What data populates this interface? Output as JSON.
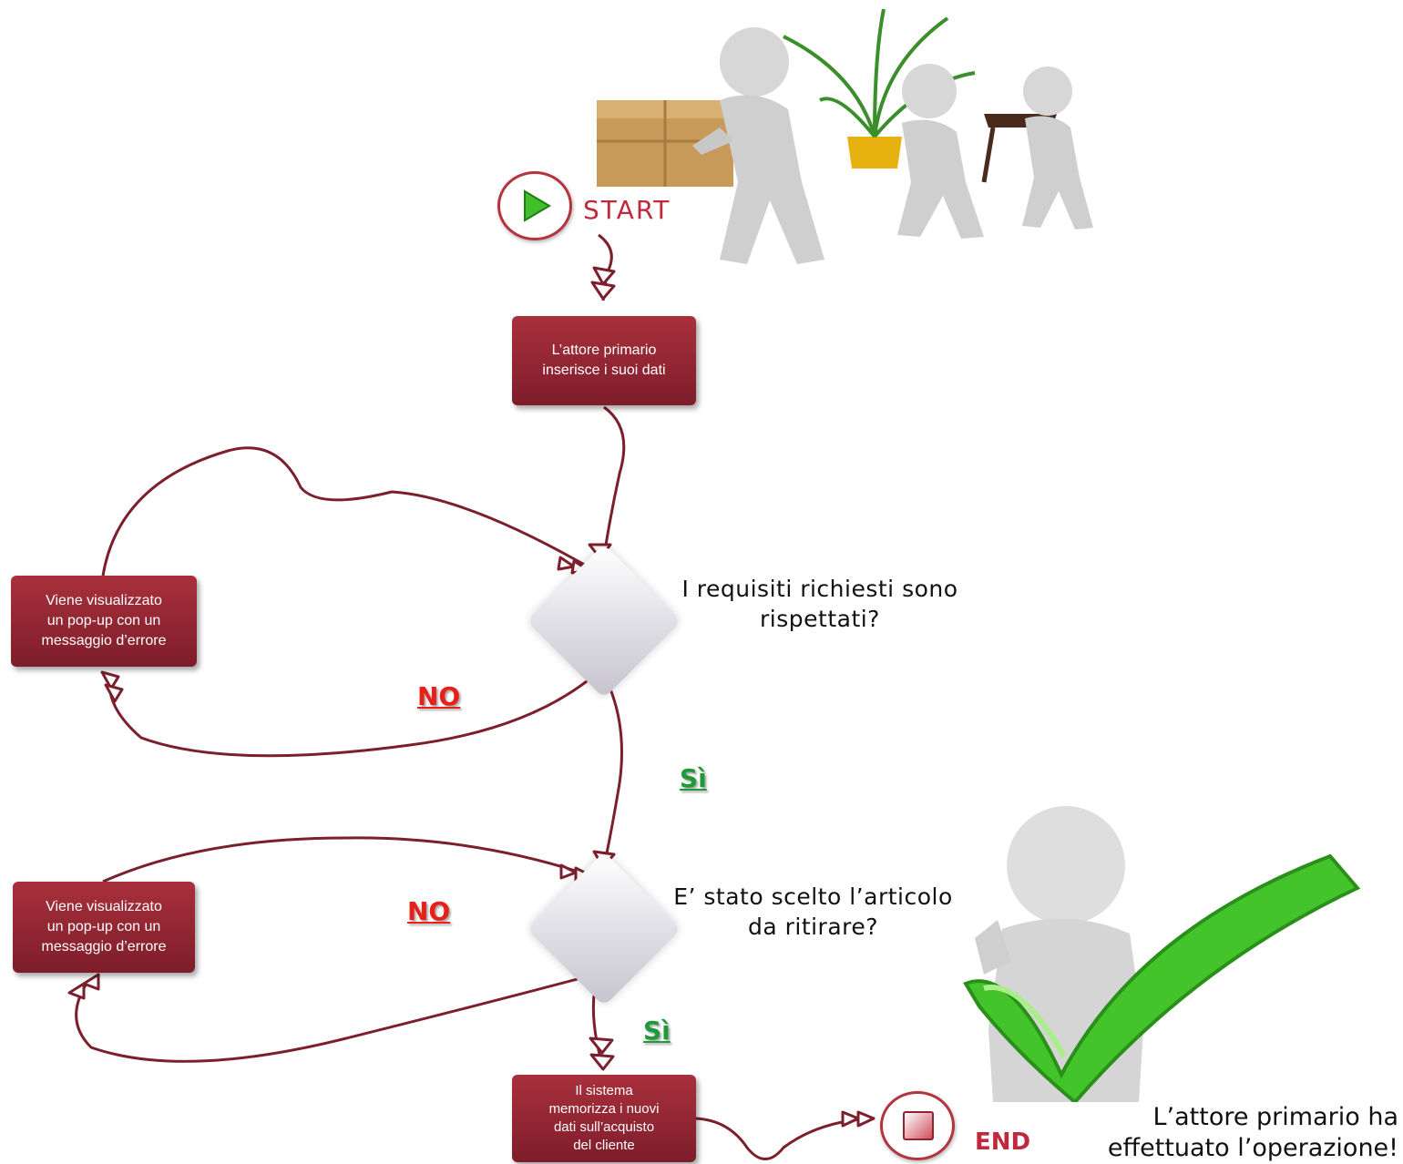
{
  "start": {
    "label": "START",
    "icon": "play-icon"
  },
  "end": {
    "label": "END",
    "icon": "stop-icon"
  },
  "steps": {
    "input": "L’attore primario\ninserisce i suoi dati",
    "error1": "Viene visualizzato\nun pop-up con un\nmessaggio d’errore",
    "error2": "Viene visualizzato\nun pop-up con un\nmessaggio d’errore",
    "save": "Il sistema\nmemorizza i nuovi\ndati sull’acquisto\ndel cliente"
  },
  "decisions": {
    "d1": "I requisiti richiesti sono\nrispettati?",
    "d2": "E’ stato scelto l’articolo\nda ritirare?"
  },
  "branches": {
    "no1": "NO",
    "yes1": "Sì",
    "no2": "NO",
    "yes2": "Sì"
  },
  "final_message": "L’attore primario ha\neffettuato l’operazione!",
  "colors": {
    "flow": "#7b1f2c",
    "box": "#8e2432",
    "no": "#e8201a",
    "yes": "#1f9a3a",
    "check": "#3fbf2a"
  }
}
